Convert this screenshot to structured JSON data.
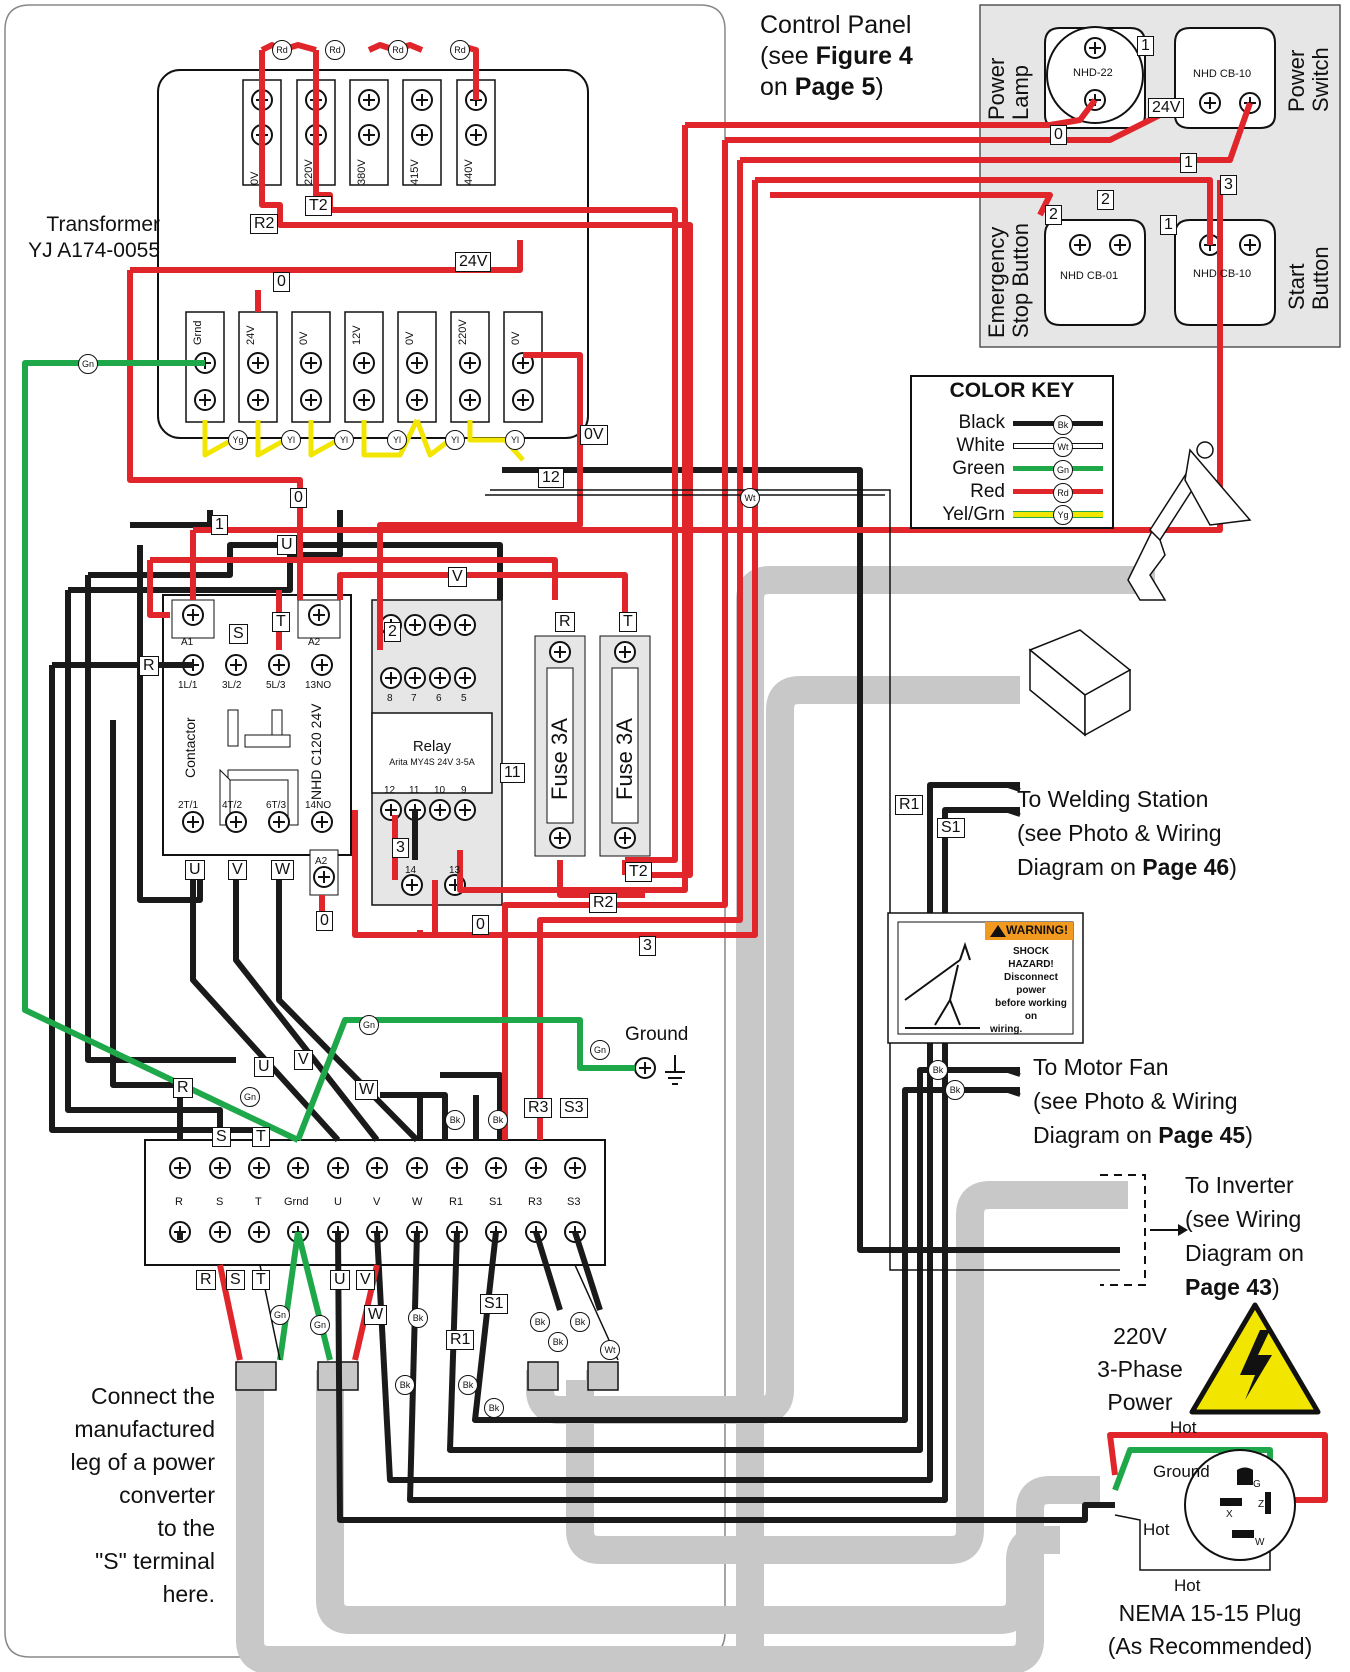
{
  "colors": {
    "black": "#1a1a1a",
    "white": "#ffffff",
    "green": "#1fa84a",
    "red": "#e0262b",
    "yellow": "#f2e600",
    "gray": "#c8c8c8",
    "panel": "#e6e6e6"
  },
  "control_panel": {
    "heading_line1": "Control Panel",
    "heading_line2_pre": "(see ",
    "heading_line2_bold": "Figure 4",
    "heading_line3_pre": "on ",
    "heading_line3_bold": "Page 5",
    "heading_line3_post": ")",
    "power_lamp": "Power\nLamp",
    "power_switch": "Power\nSwitch",
    "emergency_stop": "Emergency\nStop Button",
    "start_button": "Start\nButton",
    "lamp_model": "NHD-22",
    "switch_model": "NHD CB-10",
    "estop_model": "NHD CB-01",
    "start_model": "NHD CB-10",
    "wire_24v": "24V",
    "wire_0": "0",
    "wire_1a": "1",
    "wire_1b": "1",
    "wire_1c": "1",
    "wire_2a": "2",
    "wire_2b": "2",
    "wire_3": "3"
  },
  "transformer": {
    "label_line1": "Transformer",
    "label_line2": "YJ A174-0055",
    "top_taps": [
      "0V",
      "220V",
      "380V",
      "415V",
      "440V"
    ],
    "bottom_taps": [
      "Grnd",
      "24V",
      "0V",
      "12V",
      "0V",
      "220V",
      "0V"
    ],
    "wire_R2": "R2",
    "wire_T2": "T2",
    "wire_0": "0",
    "wire_24v": "24V",
    "wire_0v": "0V",
    "wire_12": "12",
    "red_tag": "Rd"
  },
  "color_key": {
    "title": "COLOR KEY",
    "items": [
      {
        "name": "Black",
        "tag": "Bk"
      },
      {
        "name": "White",
        "tag": "Wt"
      },
      {
        "name": "Green",
        "tag": "Gn"
      },
      {
        "name": "Red",
        "tag": "Rd"
      },
      {
        "name": "Yel/Grn",
        "tag": "Yg"
      }
    ]
  },
  "contactor": {
    "name": "Contactor",
    "model": "NHD C120 24V",
    "top_terms": [
      "1L/1",
      "3L/2",
      "5L/3",
      "13NO"
    ],
    "bottom_terms": [
      "2T/1",
      "4T/2",
      "6T/3",
      "14NO"
    ],
    "coil": [
      "A1",
      "A2"
    ],
    "a2_lower": "A2"
  },
  "relay": {
    "name": "Relay",
    "model": "Arita MY4S 24V 3-5A",
    "top_terms": [
      "8",
      "7",
      "6",
      "5"
    ],
    "bottom_terms": [
      "12",
      "11",
      "10",
      "9"
    ],
    "coil_terms": [
      "14",
      "13"
    ]
  },
  "fuses": [
    "Fuse 3A",
    "Fuse 3A"
  ],
  "wire_tags": {
    "w0": "0",
    "w1": "1",
    "wU": "U",
    "wV": "V",
    "w2": "2",
    "wR": "R",
    "wT": "T",
    "wS": "S",
    "w11": "11",
    "w3": "3",
    "wR2": "R2",
    "wT2": "T2",
    "wR1": "R1",
    "wS1": "S1",
    "wR3": "R3",
    "wS3": "S3",
    "wW": "W",
    "wYg": "Yg",
    "wYl": "Yl",
    "wGn": "Gn",
    "wBk": "Bk",
    "wWt": "Wt"
  },
  "terminal_block": {
    "terms": [
      "R",
      "S",
      "T",
      "Grnd",
      "U",
      "V",
      "W",
      "R1",
      "S1",
      "R3",
      "S3"
    ]
  },
  "destinations": {
    "welding_line1": "To Welding Station",
    "welding_line2": "(see Photo & Wiring",
    "welding_line3_pre": "Diagram on ",
    "welding_line3_bold": "Page 46",
    "welding_line3_post": ")",
    "motor_line1": "To Motor Fan",
    "motor_line2": "(see Photo & Wiring",
    "motor_line3_pre": "Diagram on ",
    "motor_line3_bold": "Page 45",
    "motor_line3_post": ")",
    "inverter_line1": "To Inverter",
    "inverter_line2": "(see Wiring",
    "inverter_line3": "Diagram on",
    "inverter_line4_bold": "Page 43",
    "inverter_line4_post": ")",
    "ground": "Ground"
  },
  "warning": {
    "title": "WARNING!",
    "line1": "SHOCK HAZARD!",
    "line2": "Disconnect power",
    "line3": "before working on",
    "line4": "wiring."
  },
  "power": {
    "line1": "220V",
    "line2": "3-Phase",
    "line3": "Power"
  },
  "plug": {
    "hot1": "Hot",
    "ground": "Ground",
    "hot2": "Hot",
    "hot3": "Hot",
    "caption1": "NEMA 15-15 Plug",
    "caption2": "(As Recommended)",
    "pin_g": "G",
    "pin_x": "X",
    "pin_z": "Z",
    "pin_w": "W"
  },
  "note": {
    "lines": [
      "Connect the",
      "manufactured",
      "leg of a power",
      "converter",
      "to the",
      "\"S\" terminal",
      "here."
    ]
  }
}
